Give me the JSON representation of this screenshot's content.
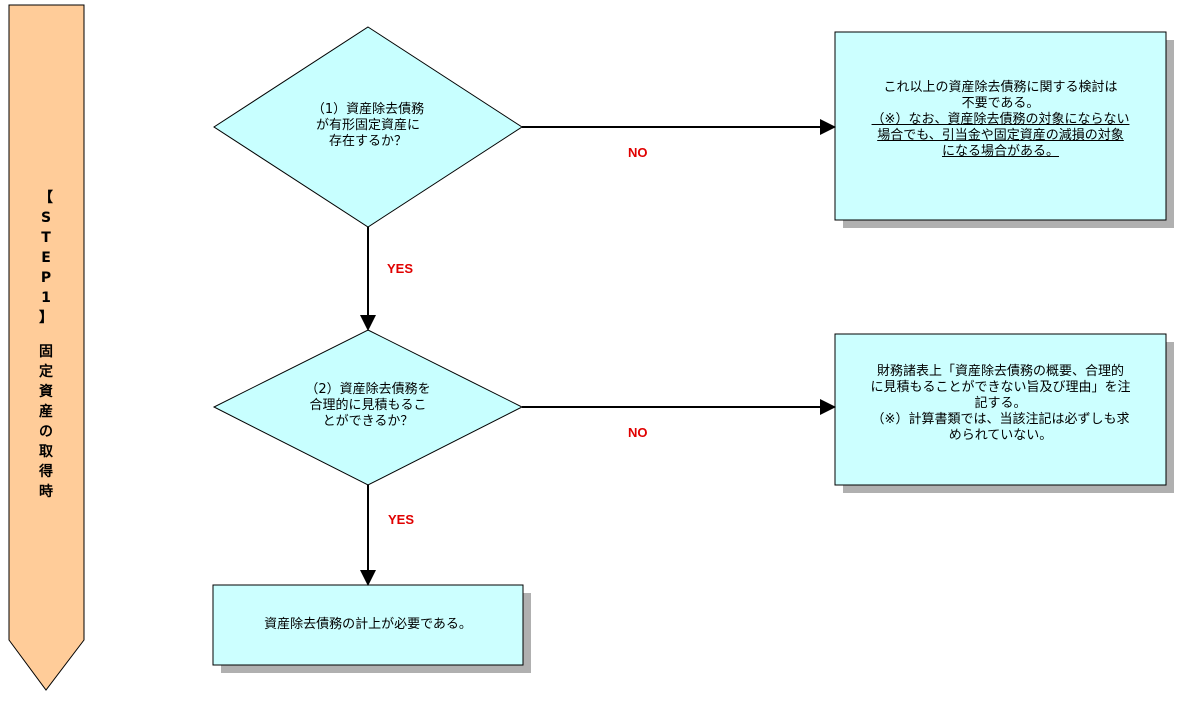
{
  "step_banner": {
    "bracket_open": "【",
    "step_chars": [
      "S",
      "T",
      "E",
      "P",
      "1"
    ],
    "bracket_close": "】",
    "title_chars": [
      "固",
      "定",
      "資",
      "産",
      "の",
      "取",
      "得",
      "時"
    ]
  },
  "decision1": {
    "lines": [
      "（1）資産除去債務",
      "が有形固定資産に",
      "存在するか？"
    ]
  },
  "decision2": {
    "lines": [
      "（2）資産除去債務を",
      "合理的に見積もるこ",
      "とができるか？"
    ]
  },
  "result_no1": {
    "lines": [
      "これ以上の資産除去債務に関する検討は",
      "不要である。"
    ],
    "note_lines": [
      "（※）なお、資産除去債務の対象にならない",
      "場合でも、引当金や固定資産の減損の対象",
      "になる場合がある。"
    ]
  },
  "result_no2": {
    "lines": [
      "財務諸表上「資産除去債務の概要、合理的",
      "に見積もることができない旨及び理由」を注",
      "記する。",
      "（※）計算書類では、当該注記は必ずしも求",
      "められていない。"
    ]
  },
  "result_yes": {
    "text": "資産除去債務の計上が必要である。"
  },
  "labels": {
    "no1": "NO",
    "yes1": "YES",
    "no2": "NO",
    "yes2": "YES"
  },
  "colors": {
    "banner": "#ffcc99",
    "diamond": "#c8ffff",
    "box": "#ccffff",
    "shadow": "#b0b0b0",
    "label": "#e00000"
  }
}
